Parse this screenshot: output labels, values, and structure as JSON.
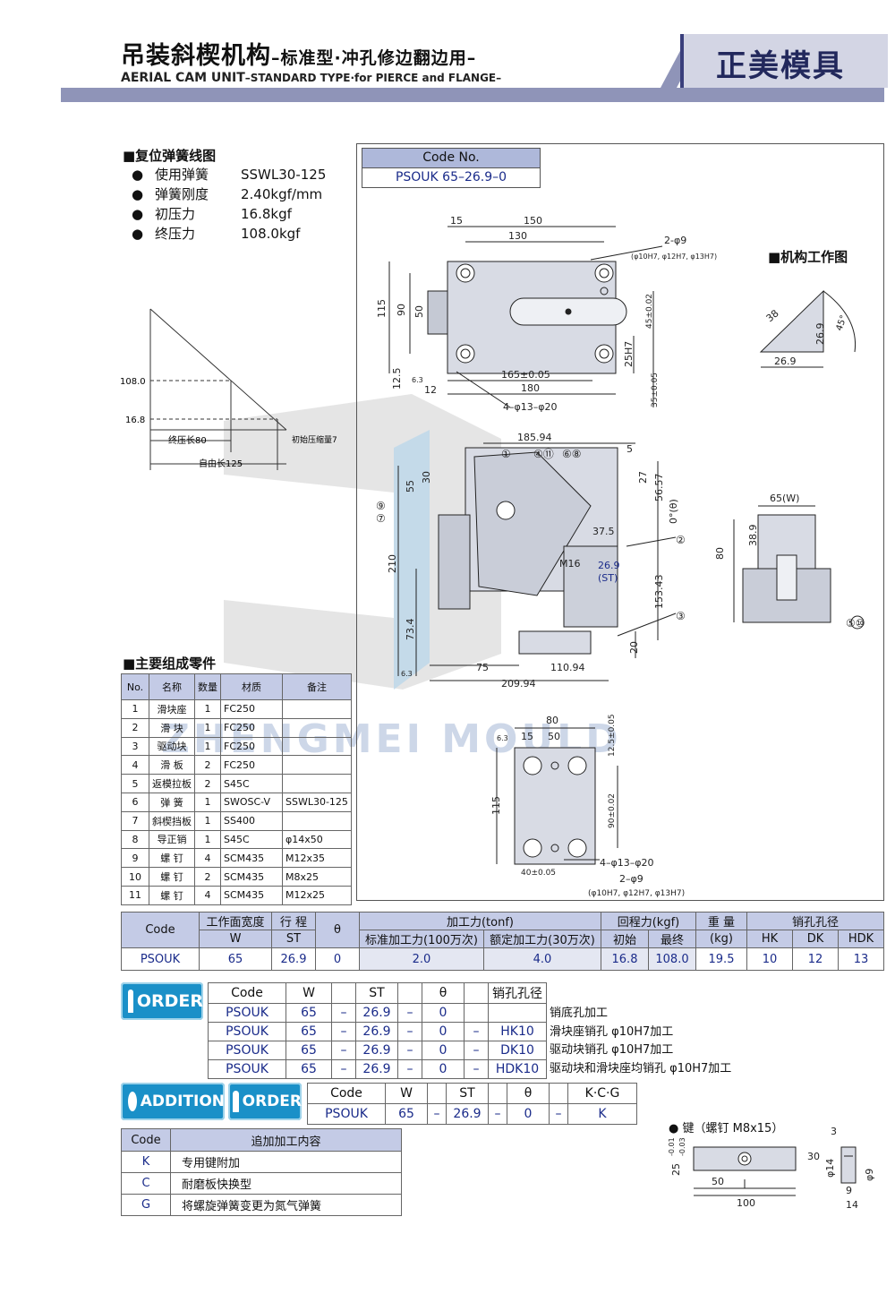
{
  "header": {
    "title_cn": "吊装斜楔机构",
    "title_cn_suffix": "–标准型·冲孔修边翻边用–",
    "title_en": "AERIAL CAM UNIT",
    "title_en_suffix": "–STANDARD TYPE·for PIERCE and FLANGE–",
    "brand": "正美模具"
  },
  "watermark": "ZHENGMEI MOULD",
  "spring": {
    "section_title": "■复位弹簧线图",
    "rows": [
      {
        "label": "使用弹簧",
        "value": "SSWL30-125"
      },
      {
        "label": "弹簧刚度",
        "value": "2.40kgf/mm"
      },
      {
        "label": "初压力",
        "value": "16.8kgf"
      },
      {
        "label": "终压力",
        "value": "108.0kgf"
      }
    ],
    "graph": {
      "y1": "108.0",
      "y2": "16.8",
      "label_final": "终压长80",
      "label_initial": "初始压缩量7",
      "label_free": "自由长125"
    }
  },
  "code_box": {
    "header": "Code No.",
    "value": "PSOUK 65–26.9–0"
  },
  "mechanism_title": "■机构工作图",
  "drawing_dims": {
    "top_view": [
      "15",
      "150",
      "130",
      "2-φ9",
      "(φ10H7, φ12H7, φ13H7)",
      "115",
      "90",
      "50",
      "45±0.02",
      "25H7",
      "165±0.05",
      "180",
      "12.5",
      "12",
      "6.3",
      "4–φ13–φ20",
      "35±0.05"
    ],
    "side_view": [
      "185.94",
      "5",
      "27",
      "56.57",
      "0°(θ)",
      "37.5",
      "M16",
      "26.9",
      "(ST)",
      "153.43",
      "20",
      "210",
      "55",
      "30",
      "73.4",
      "75",
      "110.94",
      "209.94",
      "6.3"
    ],
    "balloons": [
      "①",
      "④⑪",
      "⑥⑧",
      "⑨",
      "⑦",
      "②",
      "③",
      "⑤⑩"
    ],
    "angle_view": [
      "38",
      "26.9",
      "45°",
      "26.9"
    ],
    "front_view": [
      "65(W)",
      "38.9",
      "80"
    ],
    "bottom_view": [
      "80",
      "15",
      "50",
      "12.5±0.05",
      "115",
      "90±0.02",
      "40±0.05",
      "4–φ13–φ20",
      "2–φ9",
      "(φ10H7, φ12H7, φ13H7)",
      "6.3"
    ]
  },
  "parts": {
    "section_title": "■主要组成零件",
    "headers": [
      "No.",
      "名称",
      "数量",
      "材质",
      "备注"
    ],
    "rows": [
      [
        "1",
        "滑块座",
        "1",
        "FC250",
        ""
      ],
      [
        "2",
        "滑  块",
        "1",
        "FC250",
        ""
      ],
      [
        "3",
        "驱动块",
        "1",
        "FC250",
        ""
      ],
      [
        "4",
        "滑  板",
        "2",
        "FC250",
        ""
      ],
      [
        "5",
        "返模拉板",
        "2",
        "S45C",
        ""
      ],
      [
        "6",
        "弹  簧",
        "1",
        "SWOSC-V",
        "SSWL30-125"
      ],
      [
        "7",
        "斜楔挡板",
        "1",
        "SS400",
        ""
      ],
      [
        "8",
        "导正销",
        "1",
        "S45C",
        "φ14x50"
      ],
      [
        "9",
        "螺  钉",
        "4",
        "SCM435",
        "M12x35"
      ],
      [
        "10",
        "螺  钉",
        "2",
        "SCM435",
        "M8x25"
      ],
      [
        "11",
        "螺  钉",
        "4",
        "SCM435",
        "M12x25"
      ]
    ]
  },
  "spec": {
    "h_code": "Code",
    "h_width": "工作面宽度",
    "h_width_sym": "W",
    "h_stroke": "行  程",
    "h_stroke_sym": "ST",
    "h_theta": "θ",
    "h_force": "加工力(tonf)",
    "h_force_std": "标准加工力(100万次)",
    "h_force_rated": "额定加工力(30万次)",
    "h_return": "回程力(kgf)",
    "h_return_init": "初始",
    "h_return_final": "最终",
    "h_weight": "重  量",
    "h_weight_unit": "(kg)",
    "h_pin": "销孔孔径",
    "h_hk": "HK",
    "h_dk": "DK",
    "h_hdk": "HDK",
    "row": {
      "code": "PSOUK",
      "w": "65",
      "st": "26.9",
      "theta": "0",
      "std": "2.0",
      "rated": "4.0",
      "init": "16.8",
      "final": "108.0",
      "weight": "19.5",
      "hk": "10",
      "dk": "12",
      "hdk": "13"
    }
  },
  "order": {
    "button": "ORDER",
    "headers": [
      "Code",
      "W",
      "ST",
      "θ",
      "销孔孔径"
    ],
    "rows": [
      {
        "code": "PSOUK",
        "w": "65",
        "st": "26.9",
        "theta": "0",
        "pin": "",
        "desc": "销底孔加工"
      },
      {
        "code": "PSOUK",
        "w": "65",
        "st": "26.9",
        "theta": "0",
        "pin": "HK10",
        "desc": "滑块座销孔 φ10H7加工"
      },
      {
        "code": "PSOUK",
        "w": "65",
        "st": "26.9",
        "theta": "0",
        "pin": "DK10",
        "desc": "驱动块销孔 φ10H7加工"
      },
      {
        "code": "PSOUK",
        "w": "65",
        "st": "26.9",
        "theta": "0",
        "pin": "HDK10",
        "desc": "驱动块和滑块座均销孔 φ10H7加工"
      }
    ]
  },
  "addition": {
    "button_add": "ADDITION",
    "button_order": "ORDER",
    "headers": [
      "Code",
      "W",
      "ST",
      "θ",
      "K·C·G"
    ],
    "row": {
      "code": "PSOUK",
      "w": "65",
      "st": "26.9",
      "theta": "0",
      "kcg": "K"
    },
    "table_headers": [
      "Code",
      "追加加工内容"
    ],
    "table_rows": [
      {
        "code": "K",
        "desc": "专用键附加"
      },
      {
        "code": "C",
        "desc": "耐磨板快换型"
      },
      {
        "code": "G",
        "desc": "将螺旋弹簧变更为氮气弹簧"
      }
    ]
  },
  "key": {
    "title": "● 键（螺钉 M8x15）",
    "dims": [
      "3",
      "25",
      "-0.01",
      "-0.03",
      "30",
      "φ14",
      "9",
      "φ9",
      "14",
      "50",
      "100"
    ]
  },
  "colors": {
    "header_bar": "#8f94b8",
    "table_header": "#c4cbe6",
    "button": "#1a90c8",
    "value_text": "#1a2b8a"
  }
}
